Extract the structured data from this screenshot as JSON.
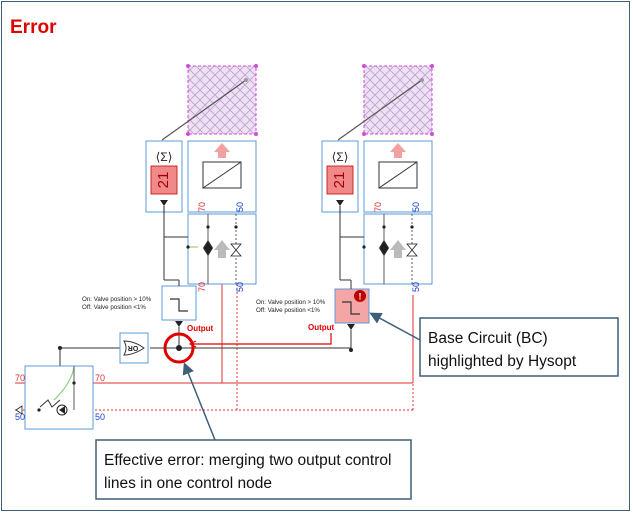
{
  "title": "Error",
  "colors": {
    "title": "#e00000",
    "frame": "#3f5f78",
    "supply": "#e03030",
    "return": "#e03030",
    "control": "#333333",
    "component_border": "#5b9bd5",
    "alert": "#e00000",
    "callout_border": "#3f5f78",
    "highlight_fill": "#f4a6a6",
    "grid_fill": "#e6c8f2",
    "counter_fill": "#f08a8a"
  },
  "circuit_left": {
    "counter_value": "21",
    "sigma": "⟨Σ⟩",
    "temp_supply": "70",
    "temp_return": "50",
    "controller_note_on": "On: Valve position > 10%",
    "controller_note_off": "Off: Valve position <1%",
    "output_label": "Output"
  },
  "circuit_right": {
    "counter_value": "21",
    "sigma": "⟨Σ⟩",
    "temp_supply": "70",
    "temp_return": "50",
    "controller_note_on": "On: Valve position > 10%",
    "controller_note_off": "Off: Valve position <1%",
    "output_label": "Output"
  },
  "or_gate_label": "OR",
  "source": {
    "temp_supply": "70",
    "temp_return": "50",
    "temp_supply_right": "70",
    "temp_return_right": "50"
  },
  "callouts": {
    "base_circuit": "Base Circuit (BC) highlighted by Hysopt",
    "effective_error": "Effective error: merging two output control lines in one control node"
  }
}
